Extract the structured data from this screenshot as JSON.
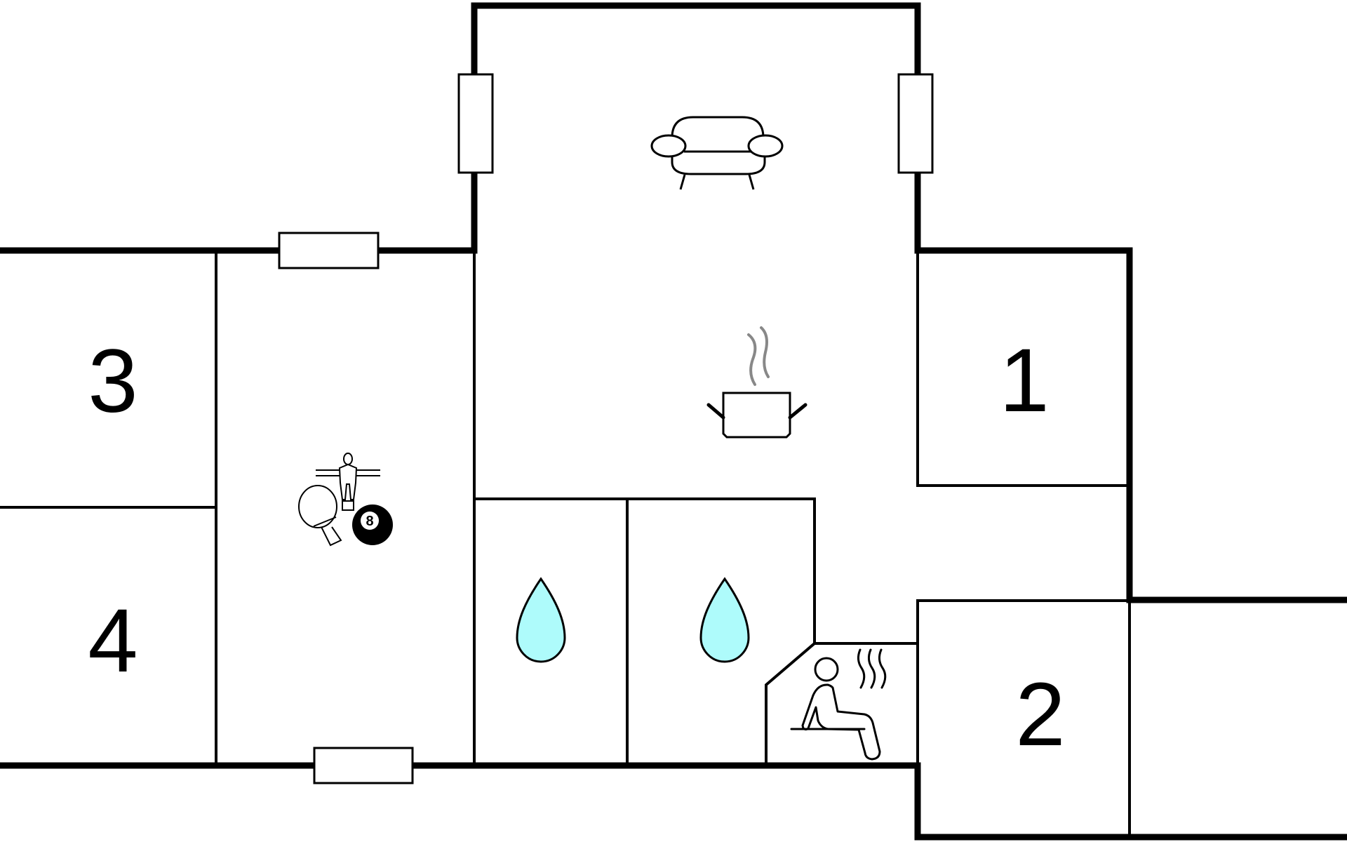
{
  "rooms": [
    {
      "id": "bedroom-1",
      "label": "1"
    },
    {
      "id": "bedroom-2",
      "label": "2"
    },
    {
      "id": "bedroom-3",
      "label": "3"
    },
    {
      "id": "bedroom-4",
      "label": "4"
    }
  ],
  "icons": [
    "sofa-icon",
    "cooking-pot-icon",
    "foosball-player-icon",
    "ping-pong-paddle-icon",
    "billiard-ball-icon",
    "water-drop-icon",
    "sauna-icon"
  ],
  "billiard_ball_label": "8",
  "colors": {
    "wall": "#000000",
    "water": "#aefbfb",
    "steam": "#888888",
    "background": "#ffffff"
  }
}
